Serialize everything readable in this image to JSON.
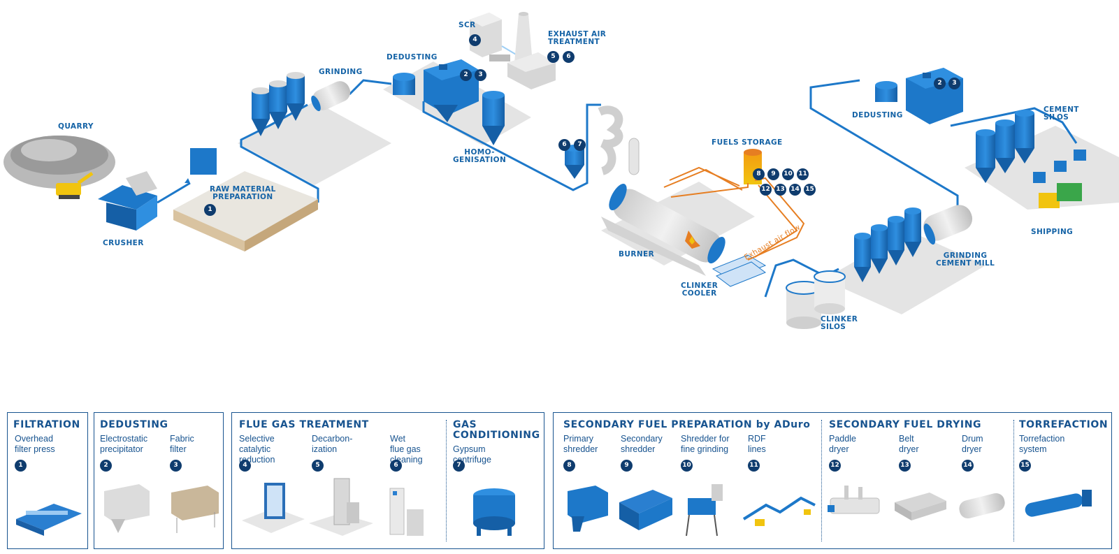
{
  "diagram": {
    "labels": {
      "quarry": "QUARRY",
      "crusher": "CRUSHER",
      "raw_material": "RAW MATERIAL\nPREPARATION",
      "grinding": "GRINDING",
      "dedusting_top": "DEDUSTING",
      "scr": "SCR",
      "exhaust_air": "EXHAUST AIR\nTREATMENT",
      "homogenisation": "HOMO-\nGENISATION",
      "fuels_storage": "FUELS STORAGE",
      "burner": "BURNER",
      "exhaust_flow": "Exhaust air flow",
      "clinker_cooler": "CLINKER\nCOOLER",
      "clinker_silos": "CLINKER\nSILOS",
      "grinding_cement_mill": "GRINDING\nCEMENT MILL",
      "dedusting_right": "DEDUSTING",
      "cement_silos": "CEMENT\nSILOS",
      "shipping": "SHIPPING"
    },
    "badges": {
      "raw": [
        "1"
      ],
      "dedust_top": [
        "2",
        "3"
      ],
      "scr": [
        "4"
      ],
      "exhaust": [
        "5",
        "6"
      ],
      "preheater": [
        "6",
        "7"
      ],
      "fuels_row1": [
        "8",
        "9",
        "10",
        "11"
      ],
      "fuels_row2": [
        "12",
        "13",
        "14",
        "15"
      ],
      "dedust_right": [
        "2",
        "3"
      ]
    },
    "colors": {
      "blue": "#1d78c9",
      "dark_blue": "#0f3c6e",
      "orange": "#e67e22",
      "gray": "#d9d9d9"
    }
  },
  "panels": [
    {
      "title": "FILTRATION",
      "items": [
        {
          "name": "Overhead\nfilter press",
          "num": "1"
        }
      ]
    },
    {
      "title": "DEDUSTING",
      "items": [
        {
          "name": "Electrostatic\nprecipitator",
          "num": "2"
        },
        {
          "name": "Fabric\nfilter",
          "num": "3"
        }
      ]
    },
    {
      "title": "FLUE GAS TREATMENT",
      "items": [
        {
          "name": "Selective\ncatalytic\nreduction",
          "num": "4"
        },
        {
          "name": "Decarbon-\nization",
          "num": "5"
        },
        {
          "name": "Wet\nflue gas\ncleaning",
          "num": "6"
        }
      ],
      "title2": "GAS\nCONDITIONING",
      "items2": [
        {
          "name": "Gypsum\ncentrifuge",
          "num": "7"
        }
      ]
    },
    {
      "title": "SECONDARY FUEL PREPARATION by ADuro",
      "items": [
        {
          "name": "Primary\nshredder",
          "num": "8"
        },
        {
          "name": "Secondary\nshredder",
          "num": "9"
        },
        {
          "name": "Shredder for\nfine grinding",
          "num": "10"
        },
        {
          "name": "RDF\nlines",
          "num": "11"
        }
      ],
      "title2": "SECONDARY FUEL DRYING",
      "items2": [
        {
          "name": "Paddle\ndryer",
          "num": "12"
        },
        {
          "name": "Belt\ndryer",
          "num": "13"
        },
        {
          "name": "Drum\ndryer",
          "num": "14"
        }
      ],
      "title3": "TORREFACTION",
      "items3": [
        {
          "name": "Torrefaction\nsystem",
          "num": "15"
        }
      ]
    }
  ]
}
